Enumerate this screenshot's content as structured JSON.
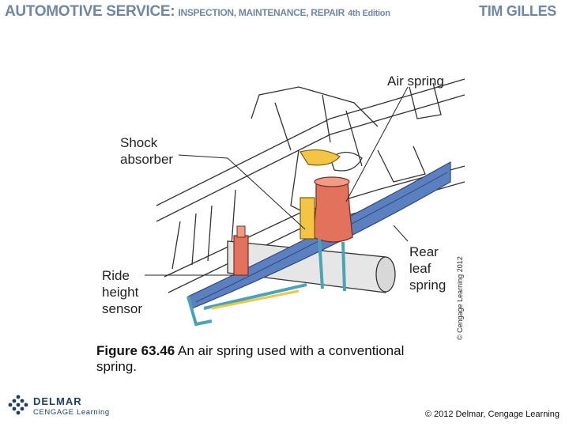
{
  "header": {
    "book_title_main": "AUTOMOTIVE SERVICE:",
    "book_title_sub": "INSPECTION, MAINTENANCE, REPAIR",
    "edition": "4th Edition",
    "author": "TIM GILLES"
  },
  "figure": {
    "labels": {
      "air_spring": "Air spring",
      "shock_absorber": "Shock\nabsorber",
      "ride_height_sensor": "Ride\nheight\nsensor",
      "rear_leaf_spring": "Rear\nleaf\nspring"
    },
    "credit": "© Cengage Learning 2012",
    "colors": {
      "leaf_spring": "#5b7fbf",
      "air_spring": "#e2725b",
      "shock": "#f4c542",
      "bracket": "#46a6b8",
      "linework": "#333333"
    }
  },
  "caption": {
    "number": "Figure 63.46",
    "text": "An air spring used with a conventional spring."
  },
  "footer": {
    "logo_name": "DELMAR",
    "logo_sub": "CENGAGE Learning",
    "logo_icon": "delmar-logo-icon",
    "copyright": "© 2012 Delmar, Cengage Learning"
  }
}
